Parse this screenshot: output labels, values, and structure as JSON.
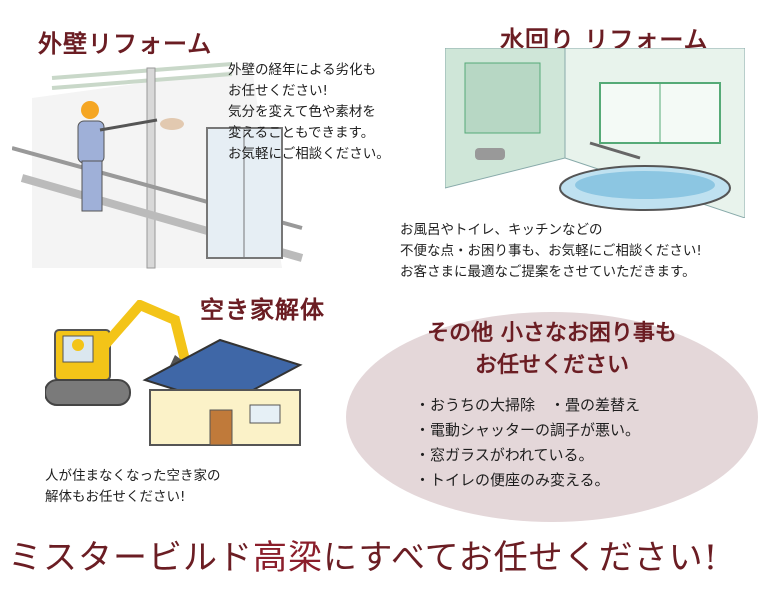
{
  "exterior": {
    "title": "外壁リフォーム",
    "lines": [
      "外壁の経年による劣化も",
      "お任せください!",
      "気分を変えて色や素材を",
      "変えることもできます。",
      "お気軽にご相談ください。"
    ]
  },
  "water": {
    "title": "水回り リフォーム",
    "lines": [
      "お風呂やトイレ、キッチンなどの",
      "不便な点・お困り事も、お気軽にご相談ください!",
      "お客さまに最適なご提案をさせていただきます。"
    ]
  },
  "demolition": {
    "title": "空き家解体",
    "lines": [
      "人が住まなくなった空き家の",
      "解体もお任せください!"
    ]
  },
  "other": {
    "title_line1": "その他 小さなお困り事も",
    "title_line2": "お任せください",
    "items": [
      "・おうちの大掃除　・畳の差替え",
      "・電動シャッターの調子が悪い。",
      "・窓ガラスがわれている。",
      "・トイレの便座のみ変える。"
    ]
  },
  "footer": {
    "pre": "ミスタービルド",
    "highlight": "高梁",
    "post": "にすべてお任せください!"
  },
  "colors": {
    "heading": "#6b1d23",
    "ellipse": "#e4d7d9",
    "bath": "#cfe6d8"
  },
  "icons": [
    "exterior-painting-illustration",
    "bathroom-illustration",
    "excavator-demolition-illustration"
  ]
}
